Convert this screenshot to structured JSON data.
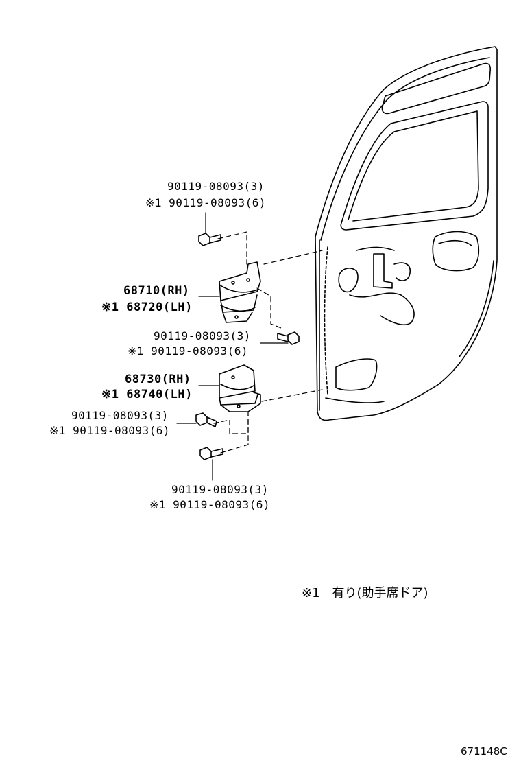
{
  "callouts": {
    "top_bolt_line1": "90119-08093(3)",
    "top_bolt_line2": "※1 90119-08093(6)",
    "upper_hinge_line1": "68710(RH)",
    "upper_hinge_line2": "※1 68720(LH)",
    "mid_bolt_line1": "90119-08093(3)",
    "mid_bolt_line2": "※1 90119-08093(6)",
    "lower_hinge_line1": "68730(RH)",
    "lower_hinge_line2": "※1 68740(LH)",
    "lower_bolt_line1": "90119-08093(3)",
    "lower_bolt_line2": "※1 90119-08093(6)",
    "bottom_bolt_line1": "90119-08093(3)",
    "bottom_bolt_line2": "※1 90119-08093(6)"
  },
  "footnote": "※1　有り(助手席ドア)",
  "diagram_code": "671148C"
}
